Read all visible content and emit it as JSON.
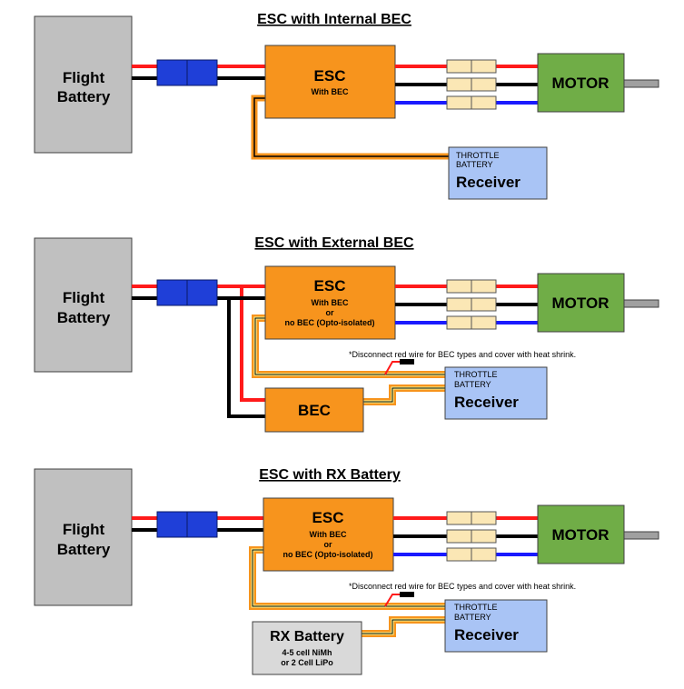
{
  "sections": [
    {
      "title": "ESC with Internal BEC",
      "battery": {
        "line1": "Flight",
        "line2": "Battery"
      },
      "esc": {
        "title": "ESC",
        "sub1": "With BEC",
        "sub2": "",
        "sub3": ""
      },
      "motor": "MOTOR",
      "receiver": {
        "line1": "THROTTLE",
        "line2": "BATTERY",
        "label": "Receiver"
      }
    },
    {
      "title": "ESC with External BEC",
      "battery": {
        "line1": "Flight",
        "line2": "Battery"
      },
      "esc": {
        "title": "ESC",
        "sub1": "With BEC",
        "sub2": "or",
        "sub3": "no BEC (Opto-isolated)"
      },
      "motor": "MOTOR",
      "note": "*Disconnect red wire for BEC types and cover with heat shrink.",
      "bec": "BEC",
      "receiver": {
        "line1": "THROTTLE",
        "line2": "BATTERY",
        "label": "Receiver"
      }
    },
    {
      "title": "ESC with RX Battery",
      "battery": {
        "line1": "Flight",
        "line2": "Battery"
      },
      "esc": {
        "title": "ESC",
        "sub1": "With BEC",
        "sub2": "or",
        "sub3": "no BEC (Opto-isolated)"
      },
      "motor": "MOTOR",
      "note": "*Disconnect red wire for BEC types and cover with heat shrink.",
      "rx_battery": {
        "title": "RX Battery",
        "sub1": "4-5 cell NiMh",
        "sub2": "or 2 Cell LiPo"
      },
      "receiver": {
        "line1": "THROTTLE",
        "line2": "BATTERY",
        "label": "Receiver"
      }
    }
  ],
  "colors": {
    "battery_fill": "#c0c0c0",
    "esc_fill": "#f7941d",
    "motor_fill": "#70ad47",
    "receiver_fill": "#a9c4f5",
    "connector_fill": "#1f3fd8",
    "motor_connector_fill": "#fbe7b5",
    "wire_red": "#ff1a1a",
    "wire_black": "#000000",
    "wire_blue": "#1a1aff",
    "wire_orange": "#f7941d",
    "wire_yellow": "#ffff99"
  }
}
